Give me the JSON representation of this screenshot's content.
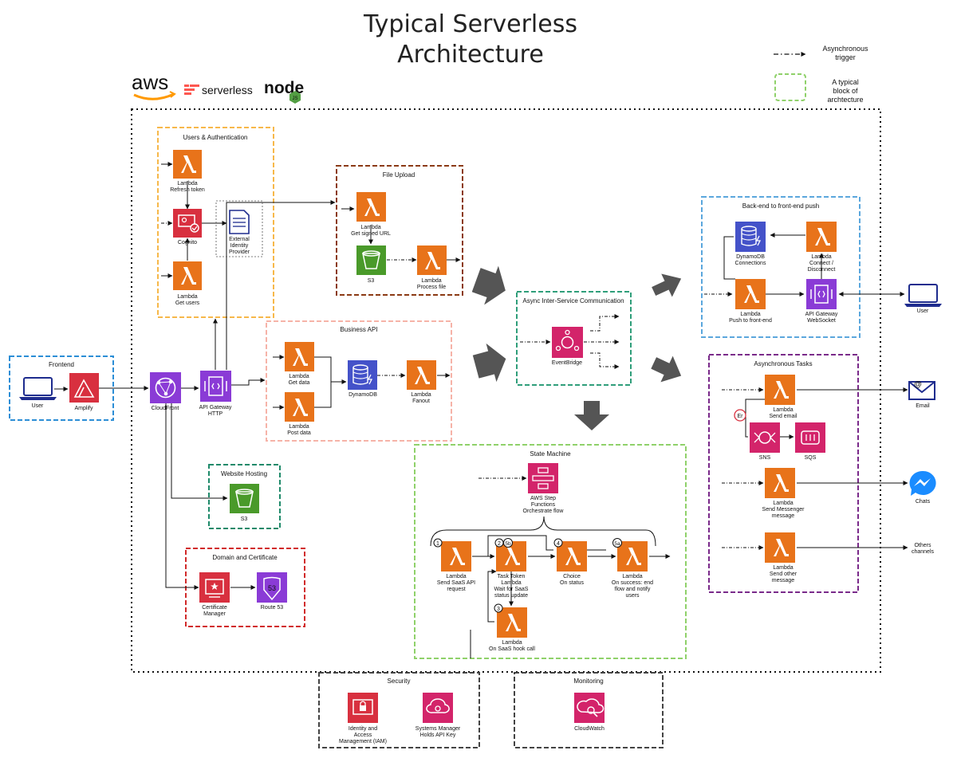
{
  "title_line1": "Typical Serverless",
  "title_line2": "Architecture",
  "legend": {
    "async_line1": "Asynchronous",
    "async_line2": "trigger",
    "block_line1": "A typical",
    "block_line2": "block of",
    "block_line3": "archtecture"
  },
  "logos": {
    "aws": "aws",
    "serverless": "serverless",
    "node": "node",
    "js": "JS"
  },
  "groups": {
    "users_auth": "Users & Authentication",
    "file_upload": "File Upload",
    "business_api": "Business API",
    "frontend": "Frontend",
    "website_hosting": "Website Hosting",
    "domain_cert": "Domain and Certificate",
    "async_comm": "Async Inter-Service Communication",
    "state_machine": "State Machine",
    "push": "Back-end to front-end push",
    "async_tasks": "Asynchronous Tasks",
    "security": "Security",
    "monitoring": "Monitoring"
  },
  "labels": {
    "lambda_refresh_1": "Lambda",
    "lambda_refresh_2": "Refresh token",
    "cognito": "Cognito",
    "ext_idp_1": "External",
    "ext_idp_2": "Identity",
    "ext_idp_3": "Provider",
    "lambda_getusers_1": "Lambda",
    "lambda_getusers_2": "Get users",
    "lambda_signedurl_1": "Lambda",
    "lambda_signedurl_2": "Get signed URL",
    "s3_upload": "S3",
    "lambda_process_1": "Lambda",
    "lambda_process_2": "Process file",
    "lambda_getdata_1": "Lambda",
    "lambda_getdata_2": "Get data",
    "lambda_postdata_1": "Lambda",
    "lambda_postdata_2": "Post data",
    "dynamodb": "DynamoDB",
    "lambda_fanout_1": "Lambda",
    "lambda_fanout_2": "Fanout",
    "user_left": "User",
    "amplify": "Amplify",
    "cloudfront": "CloudFront",
    "apigw_http_1": "API Gateway",
    "apigw_http_2": "HTTP",
    "s3_hosting": "S3",
    "cert_mgr_1": "Certificate",
    "cert_mgr_2": "Manager",
    "route53": "Route 53",
    "eventbridge": "EventBridge",
    "sfn_1": "AWS Step",
    "sfn_2": "Functions",
    "sfn_3": "Orchestrate flow",
    "sm_l1_1": "Lambda",
    "sm_l1_2": "Send SaaS API",
    "sm_l1_3": "request",
    "sm_l2_1": "Task Token",
    "sm_l2_2": "Lambda",
    "sm_l2_3": "Wait for SaaS",
    "sm_l2_4": "status update",
    "sm_l4_1": "Choice",
    "sm_l4_2": "On status",
    "sm_l5_1": "Lambda",
    "sm_l5_2": "On success: end",
    "sm_l5_3": "flow and notify",
    "sm_l5_4": "users",
    "sm_l3_1": "Lambda",
    "sm_l3_2": "On SaaS hook call",
    "step1": "1",
    "step2": "2",
    "step5b": "5b",
    "step3": "3",
    "step4": "4",
    "step5a": "5a",
    "ddb_conn_1": "DynamoDB",
    "ddb_conn_2": "Connections",
    "lambda_connect_1": "Lambda",
    "lambda_connect_2": "Connect /",
    "lambda_connect_3": "Disconnect",
    "lambda_push_1": "Lambda",
    "lambda_push_2": "Push to front-end",
    "apigw_ws_1": "API Gateway",
    "apigw_ws_2": "WebSocket",
    "user_right": "User",
    "lambda_email_1": "Lambda",
    "lambda_email_2": "Send email",
    "err": "Er",
    "sns": "SNS",
    "sqs": "SQS",
    "lambda_msg_1": "Lambda",
    "lambda_msg_2": "Send Messenger",
    "lambda_msg_3": "message",
    "lambda_other_1": "Lambda",
    "lambda_other_2": "Send other",
    "lambda_other_3": "message",
    "email": "Email",
    "chats": "Chats",
    "others_1": "Others",
    "others_2": "channels",
    "iam_1": "Identity and",
    "iam_2": "Access",
    "iam_3": "Management (IAM)",
    "ssm_1": "Systems Manager",
    "ssm_2": "Holds API Key",
    "cloudwatch": "CloudWatch"
  },
  "colors": {
    "lambda": "#E8731A",
    "cognito": "#D8303F",
    "s3": "#4A9A2A",
    "dynamodb": "#4452C9",
    "purple": "#8A3BD6",
    "pink": "#D3246A",
    "red": "#D8303F",
    "navy": "#1E2C8E",
    "messenger": "#1A8CFF",
    "arrow_gray": "#555555"
  }
}
